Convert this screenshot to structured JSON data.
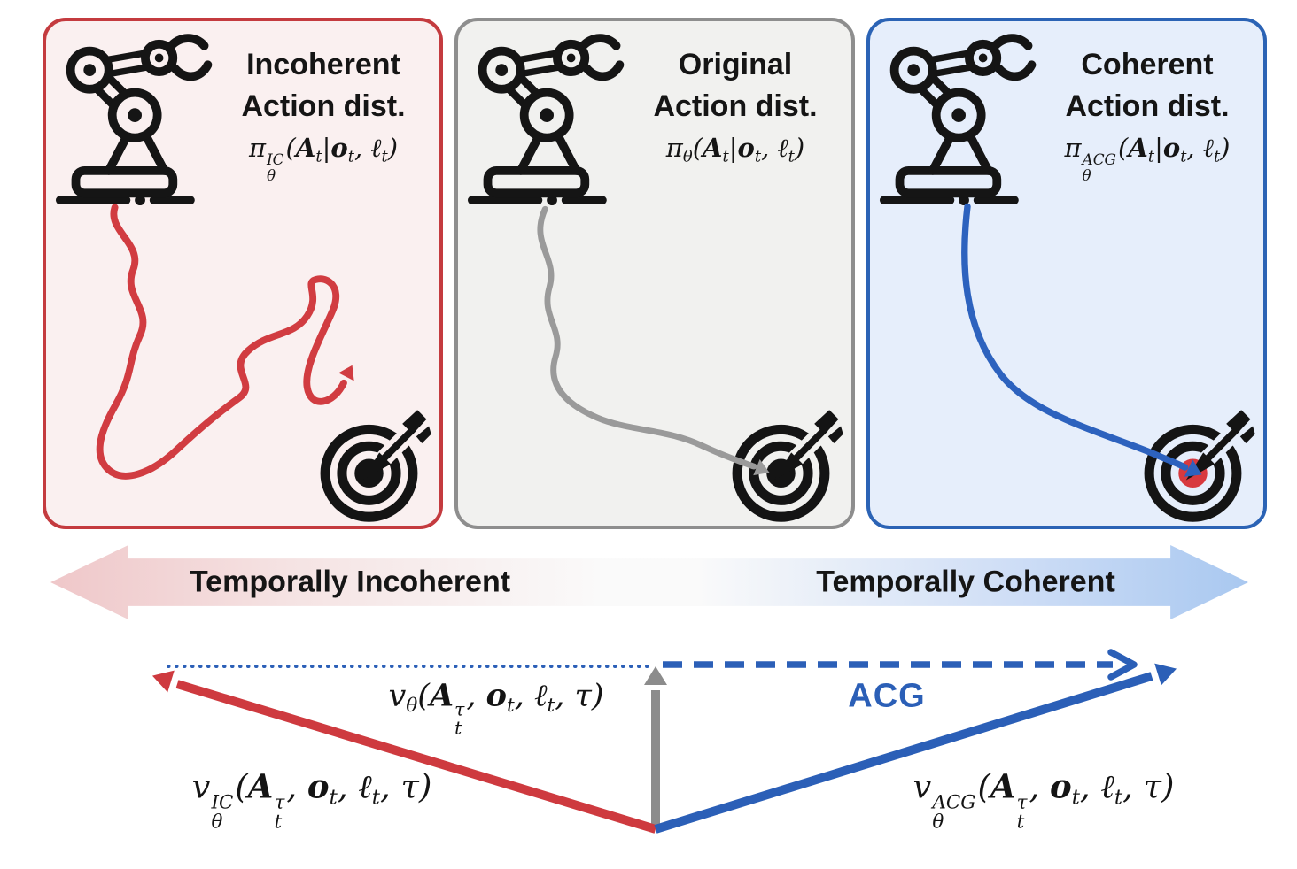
{
  "panels": [
    {
      "title_line1": "Incoherent",
      "title_line2": "Action dist.",
      "formula": "π~{IC|θ}(**A**_{t}|**o**_{t}, ℓ_{t})",
      "accent": "#C43B3F",
      "bg": "#FAF0F0",
      "trajectory_color": "#D13C41",
      "target_center_color": "#141414"
    },
    {
      "title_line1": "Original",
      "title_line2": "Action dist.",
      "formula": "π_{θ}(**A**_{t}|**o**_{t}, ℓ_{t})",
      "accent": "#8E8E8E",
      "bg": "#F1F1EF",
      "trajectory_color": "#9A9A9A",
      "target_center_color": "#141414"
    },
    {
      "title_line1": "Coherent",
      "title_line2": "Action dist.",
      "formula": "π~{ACG|θ}(**A**_{t}|**o**_{t}, ℓ_{t})",
      "accent": "#2B63B5",
      "bg": "#E6EEFB",
      "trajectory_color": "#2D62BE",
      "target_center_color": "#D8393E"
    }
  ],
  "spectrum": {
    "left_label": "Temporally Incoherent",
    "right_label": "Temporally Coherent",
    "left_color": "#EFC7C9",
    "mid_color": "#FAFAFA",
    "right_color": "#A9C8F0"
  },
  "vector_diagram": {
    "up_vector_label": "v_{θ}(**A**~{τ|t}, **o**_{t}, ℓ_{t}, τ)",
    "incoherent_vector_label": "v~{IC|θ}(**A**~{τ|t}, **o**_{t}, ℓ_{t}, τ)",
    "coherent_vector_label": "v~{ACG|θ}(**A**~{τ|t}, **o**_{t}, ℓ_{t}, τ)",
    "acg_arrow_label": "ACG",
    "incoherent_color": "#CE3A3F",
    "original_color": "#8C8C8C",
    "coherent_color": "#2B5FB7"
  }
}
